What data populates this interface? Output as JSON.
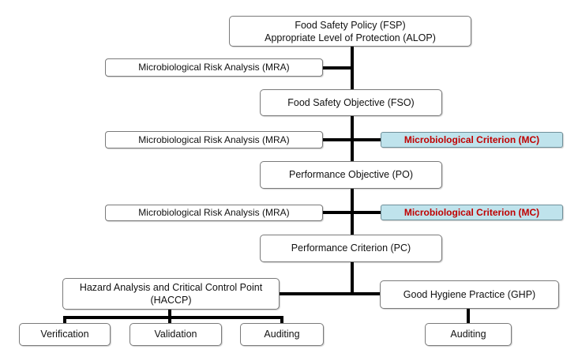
{
  "colors": {
    "connector": "#000000",
    "box_border": "#7a7a7a",
    "criterion_fill": "#bfe3ec",
    "criterion_text": "#c00000"
  },
  "nodes": {
    "fsp": {
      "line1": "Food Safety Policy (FSP)",
      "line2": "Appropriate Level of Protection (ALOP)"
    },
    "mra1": {
      "label": "Microbiological Risk Analysis (MRA)"
    },
    "fso": {
      "label": "Food Safety Objective (FSO)"
    },
    "mra2": {
      "label": "Microbiological Risk Analysis (MRA)"
    },
    "mc1": {
      "label": "Microbiological Criterion (MC)"
    },
    "po": {
      "label": "Performance Objective (PO)"
    },
    "mra3": {
      "label": "Microbiological Risk Analysis (MRA)"
    },
    "mc2": {
      "label": "Microbiological Criterion (MC)"
    },
    "pc": {
      "label": "Performance Criterion (PC)"
    },
    "haccp": {
      "line1": "Hazard Analysis and Critical Control Point",
      "line2": "(HACCP)"
    },
    "ghp": {
      "label": "Good Hygiene Practice (GHP)"
    },
    "verification": {
      "label": "Verification"
    },
    "validation": {
      "label": "Validation"
    },
    "auditing_haccp": {
      "label": "Auditing"
    },
    "auditing_ghp": {
      "label": "Auditing"
    }
  }
}
